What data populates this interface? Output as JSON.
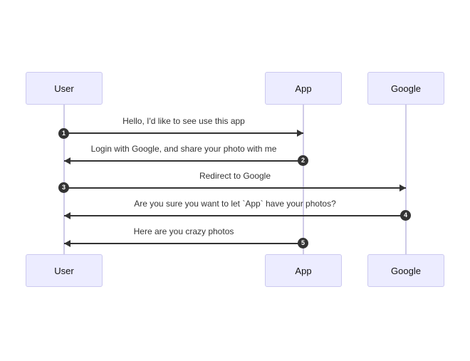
{
  "diagram": {
    "type": "sequence-diagram",
    "background": "#ffffff",
    "colors": {
      "actor_fill": "#ECECFF",
      "actor_border": "#CCC9F0",
      "lifeline": "#CFCBE8",
      "message_line": "#333333",
      "message_text": "#333333",
      "number_badge_fill": "#333333",
      "number_badge_text": "#ffffff"
    },
    "actors": [
      {
        "name": "User"
      },
      {
        "name": "App"
      },
      {
        "name": "Google"
      }
    ],
    "messages": [
      {
        "seq": "1",
        "from": "User",
        "to": "App",
        "label": "Hello, I'd like to see use this app"
      },
      {
        "seq": "2",
        "from": "App",
        "to": "User",
        "label": "Login with Google, and share your photo with me"
      },
      {
        "seq": "3",
        "from": "User",
        "to": "Google",
        "label": "Redirect to Google"
      },
      {
        "seq": "4",
        "from": "Google",
        "to": "User",
        "label": "Are you sure you want to let `App` have your photos?"
      },
      {
        "seq": "5",
        "from": "App",
        "to": "User",
        "label": "Here are you crazy photos"
      }
    ]
  }
}
